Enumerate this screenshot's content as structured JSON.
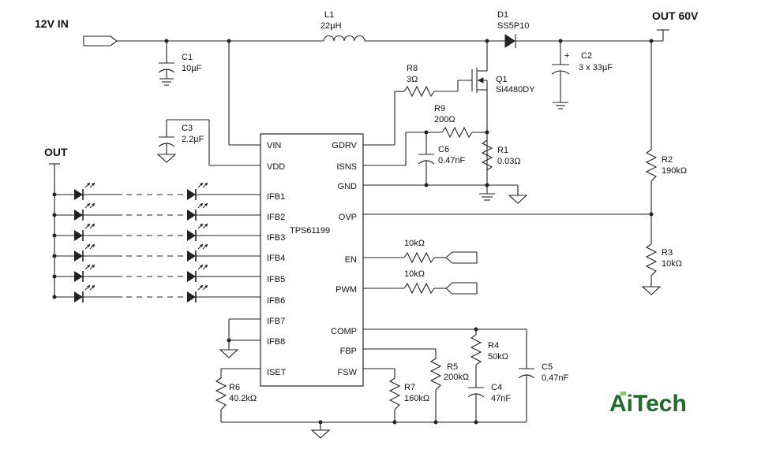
{
  "ports": {
    "in": "12V IN",
    "out": "OUT 60V",
    "led_out": "OUT"
  },
  "ic": {
    "name": "TPS61199",
    "left_pins": [
      "VIN",
      "VDD",
      "IFB1",
      "IFB2",
      "IFB3",
      "IFB4",
      "IFB5",
      "IFB6",
      "IFB7",
      "IFB8",
      "ISET"
    ],
    "right_pins": [
      "GDRV",
      "ISNS",
      "GND",
      "OVP",
      "EN",
      "PWM",
      "COMP",
      "FBP",
      "FSW"
    ]
  },
  "components": {
    "L1": {
      "ref": "L1",
      "value": "22µH"
    },
    "D1": {
      "ref": "D1",
      "value": "SS5P10"
    },
    "Q1": {
      "ref": "Q1",
      "value": "Si4480DY"
    },
    "C1": {
      "ref": "C1",
      "value": "10µF"
    },
    "C2": {
      "ref": "C2",
      "value": "3 x 33µF",
      "polarity": "+"
    },
    "C3": {
      "ref": "C3",
      "value": "2.2µF"
    },
    "C4": {
      "ref": "C4",
      "value": "47nF"
    },
    "C5": {
      "ref": "C5",
      "value": "0.47nF"
    },
    "C6": {
      "ref": "C6",
      "value": "0.47nF"
    },
    "R1": {
      "ref": "R1",
      "value": "0.03Ω"
    },
    "R2": {
      "ref": "R2",
      "value": "190kΩ"
    },
    "R3": {
      "ref": "R3",
      "value": "10kΩ"
    },
    "R4": {
      "ref": "R4",
      "value": "50kΩ"
    },
    "R5": {
      "ref": "R5",
      "value": "200kΩ"
    },
    "R6": {
      "ref": "R6",
      "value": "40.2kΩ"
    },
    "R7": {
      "ref": "R7",
      "value": "160kΩ"
    },
    "R8": {
      "ref": "R8",
      "value": "3Ω"
    },
    "R9": {
      "ref": "R9",
      "value": "200Ω"
    },
    "REN": {
      "value": "10kΩ"
    },
    "RPWM": {
      "value": "10kΩ"
    }
  },
  "brand": "AiTech",
  "colors": {
    "wire": "#222222",
    "brand_green": "#1f6b2a",
    "brand_accent": "#7fcf5a"
  }
}
